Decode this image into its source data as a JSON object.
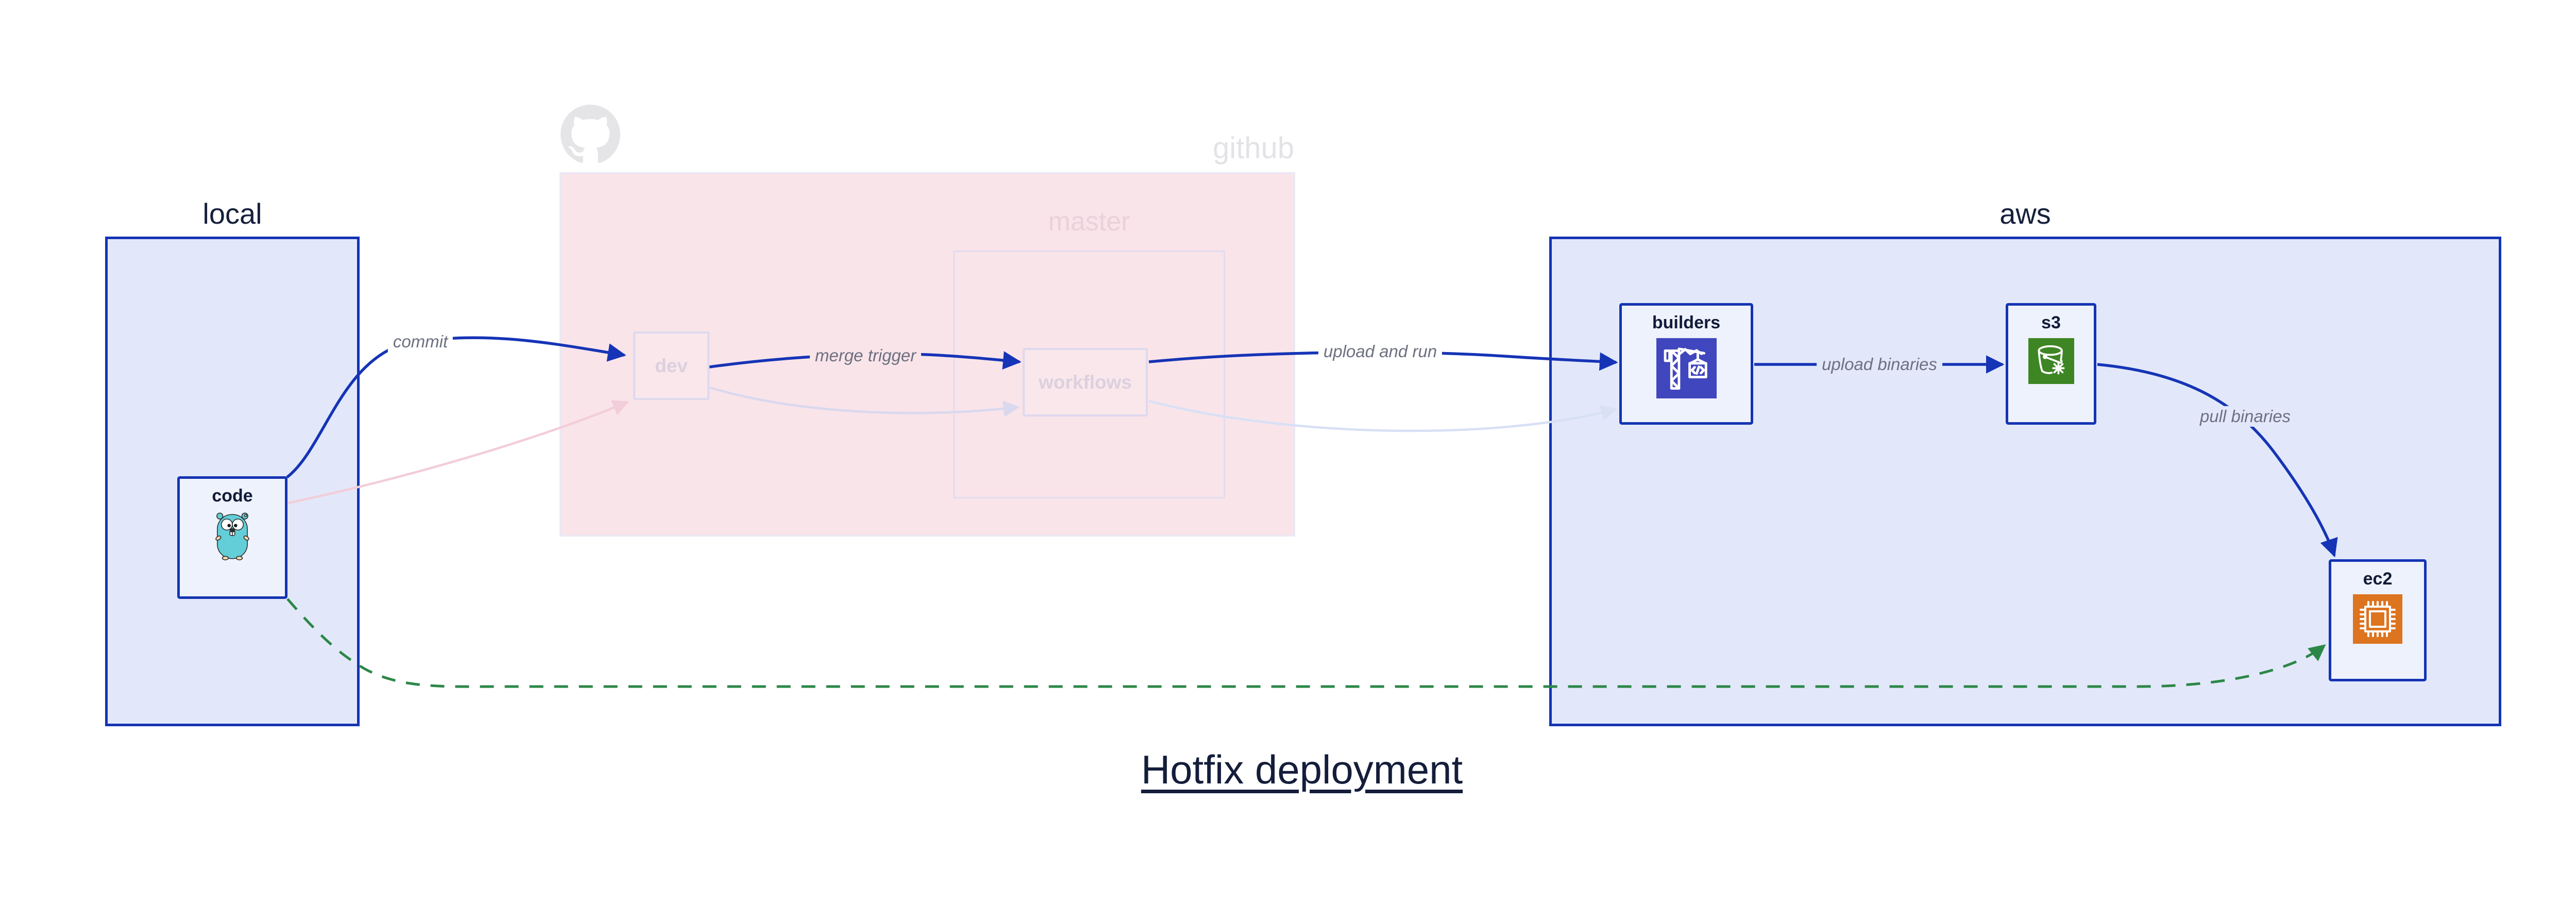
{
  "title": {
    "text": "Hotfix deployment"
  },
  "containers": {
    "local": {
      "label": "local"
    },
    "github": {
      "label": "github",
      "logo_icon": "github-octocat-mark",
      "master": {
        "label": "master"
      }
    },
    "aws": {
      "label": "aws"
    }
  },
  "nodes": {
    "code": {
      "label": "code",
      "icon": "go-gopher"
    },
    "dev": {
      "label": "dev"
    },
    "workflows": {
      "label": "workflows"
    },
    "builders": {
      "label": "builders",
      "icon": "aws-codebuild-crane"
    },
    "s3": {
      "label": "s3",
      "icon": "aws-s3-bucket"
    },
    "ec2": {
      "label": "ec2",
      "icon": "aws-ec2-chip"
    }
  },
  "edges": [
    {
      "id": "commit",
      "label": "commit",
      "from": "code",
      "to": "dev",
      "style": "solid-blue"
    },
    {
      "id": "merge-trigger",
      "label": "merge trigger",
      "from": "dev",
      "to": "workflows",
      "style": "solid-blue"
    },
    {
      "id": "upload-and-run",
      "label": "upload and run",
      "from": "workflows",
      "to": "builders",
      "style": "solid-blue"
    },
    {
      "id": "upload-binaries",
      "label": "upload binaries",
      "from": "builders",
      "to": "s3",
      "style": "solid-blue"
    },
    {
      "id": "pull-binaries",
      "label": "pull binaries",
      "from": "s3",
      "to": "ec2",
      "style": "solid-blue"
    },
    {
      "id": "code-to-dev-faded",
      "label": "",
      "from": "code",
      "to": "dev",
      "style": "faded-pink"
    },
    {
      "id": "dev-to-workflows-faded",
      "label": "",
      "from": "dev",
      "to": "workflows",
      "style": "faded-lavender"
    },
    {
      "id": "workflows-to-builders-faded",
      "label": "",
      "from": "workflows",
      "to": "builders",
      "style": "faded-lavender"
    },
    {
      "id": "hotfix-path",
      "label": "",
      "from": "code",
      "to": "ec2",
      "style": "dashed-green"
    }
  ],
  "theme": {
    "edge_blue": "#1634b6",
    "container_border_blue": "#1434b3",
    "container_fill_blue": "#e2e8f9",
    "node_fill": "#eef2fc",
    "github_fill": "#f9e4ea",
    "github_border": "#e9e8f5",
    "faded_border": "#ded9ed",
    "faded_text": "#dcd0de",
    "master_text": "#ead2db",
    "faded_pink_edge": "#f3cdd9",
    "faded_lavender_edge": "#d9d8ee",
    "faded_blue_edge": "#d8e0f5",
    "green_edge": "#2c8747",
    "label_text": "#6d7080",
    "dark_text": "#121b38",
    "builders_icon_bg": "#4046bd",
    "s3_icon_bg": "#3e8524",
    "ec2_icon_bg": "#dd7420",
    "gopher_teal": "#63ced8",
    "github_gray": "#e5e5e8"
  }
}
